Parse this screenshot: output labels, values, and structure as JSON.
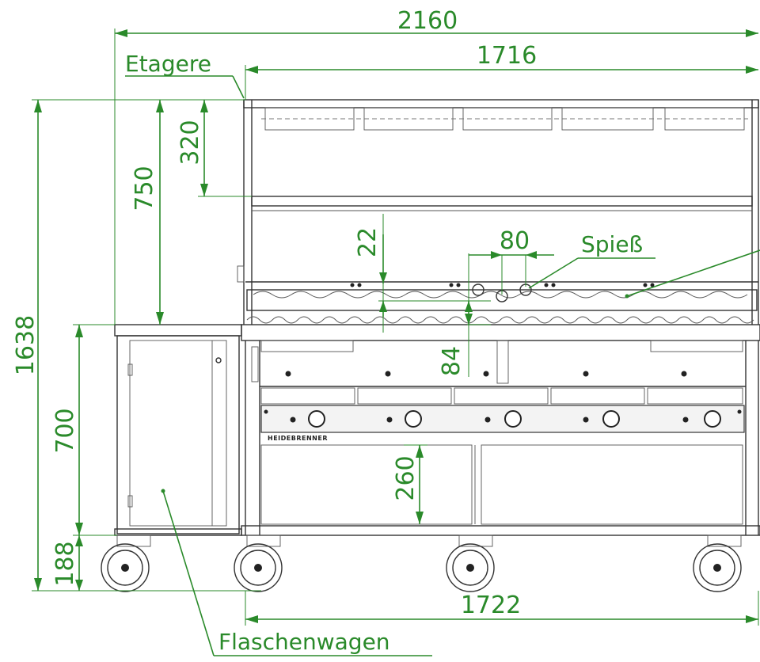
{
  "dimensions": {
    "overall_width": "2160",
    "frame_width": "1716",
    "base_width": "1722",
    "total_height": "1638",
    "etagere_height": "750",
    "shelf_gap": "320",
    "spit_offset": "22",
    "spit_spacing": "80",
    "grill_depth": "84",
    "cabinet_height": "700",
    "wheel_height": "188",
    "lower_shelf_height": "260"
  },
  "labels": {
    "etagere": "Etagere",
    "spiess": "Spieß",
    "flaschenwagen": "Flaschenwagen"
  },
  "brand": "HEIDEBRENNER",
  "colors": {
    "dimension": "#2a8a2a",
    "machine": "#333333"
  }
}
